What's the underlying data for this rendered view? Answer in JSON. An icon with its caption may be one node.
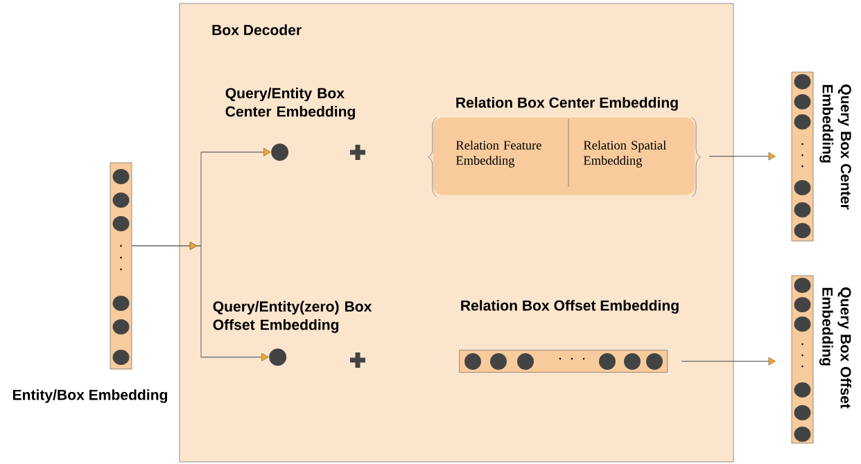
{
  "diagram": {
    "nodes": [
      {
        "text": [
          "Box Decoder"
        ]
      },
      {
        "text": [
          "Entity/Box Embedding"
        ]
      },
      {
        "text": [],
        "shape": "circle",
        "in": 0,
        "beside": [
          "Query/Entity Box Center Embedding"
        ]
      },
      {
        "text": [],
        "shape": "circle",
        "in": 0,
        "beside": [
          "Query/Entity(zero) Box Offset Embedding"
        ]
      },
      {
        "text": [
          "Relation Box Center Embedding"
        ],
        "in": 0
      },
      {
        "text": [
          "Relation Feature Embedding"
        ],
        "in": 4
      },
      {
        "text": [
          "Relation Spatial Embedding"
        ],
        "in": 4
      },
      {
        "text": [
          "Relation Box Offset Embedding"
        ],
        "in": 0
      },
      {
        "text": [
          "Query Box Center Embedding"
        ]
      },
      {
        "text": [
          "Query Box Offset Embedding"
        ]
      }
    ],
    "edges": [
      {
        "from": 1,
        "to": 2,
        "arrow": "to"
      },
      {
        "from": 1,
        "to": 3,
        "arrow": "to"
      },
      {
        "from": 4,
        "to": 8,
        "arrow": "to"
      },
      {
        "from": 7,
        "to": 9,
        "arrow": "to"
      }
    ]
  }
}
